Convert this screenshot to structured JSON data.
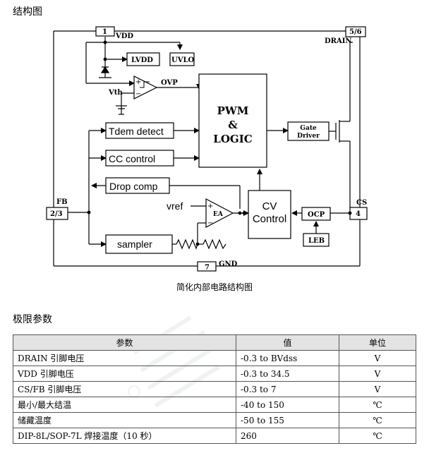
{
  "section_diagram": {
    "title": "结构图"
  },
  "diagram": {
    "pins": {
      "vdd_num": "1",
      "vdd": "VDD",
      "drain_num": "5/6",
      "drain": "DRAIN",
      "fb_num": "2/3",
      "fb": "FB",
      "cs_num": "4",
      "cs": "CS",
      "gnd_num": "7",
      "gnd": "GND"
    },
    "blocks": {
      "lvdd": "LVDD",
      "uvlo": "UVLO",
      "ovp": "OVP",
      "vth": "Vth",
      "pwm_line1": "PWM",
      "pwm_line2": "&",
      "pwm_line3": "LOGIC",
      "gate_line1": "Gate",
      "gate_line2": "Driver",
      "tdem": "Tdem detect",
      "cc": "CC control",
      "drop": "Drop comp",
      "vref": "vref",
      "ea": "EA",
      "cv_line1": "CV",
      "cv_line2": "Control",
      "ocp": "OCP",
      "leb": "LEB",
      "sampler": "sampler",
      "plus": "+",
      "minus": "−"
    },
    "caption": "简化内部电路结构图"
  },
  "section_limits": {
    "title": "极限参数"
  },
  "limits_table": {
    "headers": [
      "参数",
      "值",
      "单位"
    ],
    "rows": [
      [
        "DRAIN 引脚电压",
        "-0.3 to BVdss",
        "V"
      ],
      [
        "VDD 引脚电压",
        "-0.3 to 34.5",
        "V"
      ],
      [
        "CS/FB 引脚电压",
        "-0.3 to 7",
        "V"
      ],
      [
        "最小/最大结温",
        "-40 to 150",
        "℃"
      ],
      [
        "储藏温度",
        "-50 to 155",
        "℃"
      ],
      [
        "DIP-8L/SOP-7L 焊接温度（10 秒）",
        "260",
        "℃"
      ]
    ]
  }
}
